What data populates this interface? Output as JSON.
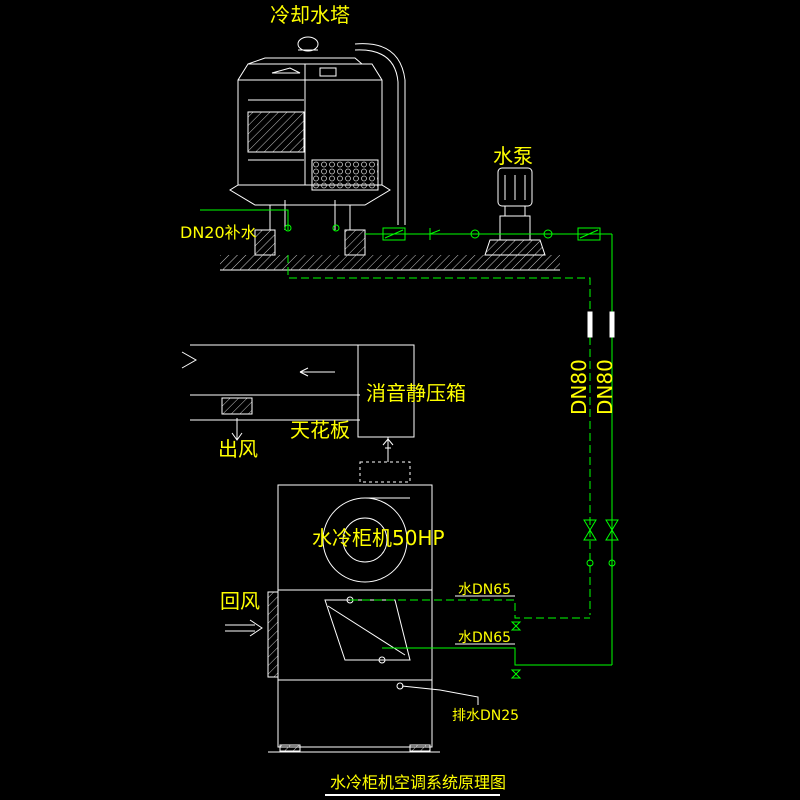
{
  "labels": {
    "cooling_tower": "冷却水塔",
    "pump": "水泵",
    "makeup_water": "DN20补水",
    "silencer_box": "消音静压箱",
    "ceiling": "天花板",
    "supply_air": "出风",
    "unit": "水冷柜机50HP",
    "return_air": "回风",
    "water_dn65_top": "水DN65",
    "water_dn65_bottom": "水DN65",
    "drain": "排水DN25",
    "pipe_dn80_left": "DN80",
    "pipe_dn80_right": "DN80",
    "title": "水冷柜机空调系统原理图"
  },
  "colors": {
    "background": "#000000",
    "equipment": "#ffffff",
    "text": "#ffff00",
    "pipe": "#00ff00",
    "hatch": "#c0c0c0"
  }
}
